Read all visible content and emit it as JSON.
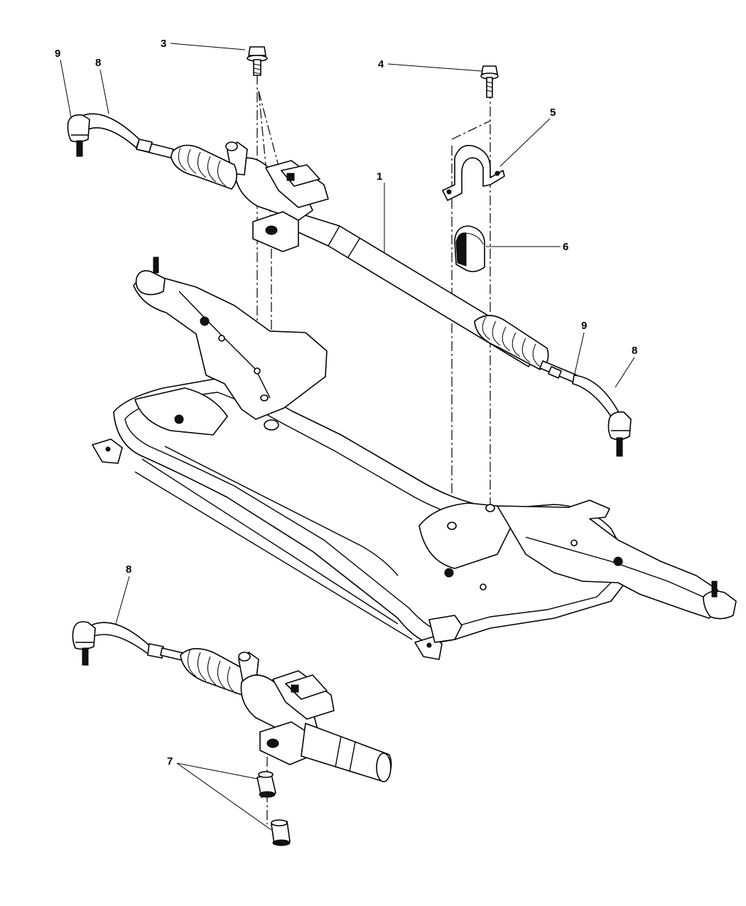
{
  "callouts": {
    "c1": "1",
    "c3": "3",
    "c4": "4",
    "c5": "5",
    "c6": "6",
    "c7": "7",
    "c8a": "8",
    "c8b": "8",
    "c8c": "8",
    "c9a": "9",
    "c9b": "9"
  }
}
